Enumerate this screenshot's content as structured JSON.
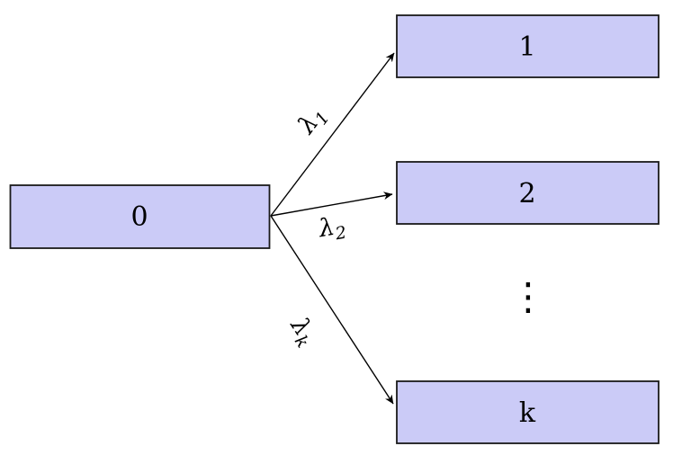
{
  "diagram": {
    "type": "state-transition",
    "node_fill_color": "#cbcbf7",
    "node_border_color": "#1a1a1a",
    "arrow_color": "#000000",
    "nodes": {
      "source": {
        "label": "0"
      },
      "target1": {
        "label": "1"
      },
      "target2": {
        "label": "2"
      },
      "targetk": {
        "label": "k"
      }
    },
    "ellipsis": "⋮",
    "rates": {
      "r1": {
        "symbol": "λ",
        "sub": "1"
      },
      "r2": {
        "symbol": "λ",
        "sub": "2"
      },
      "rk": {
        "symbol": "λ",
        "sub": "k"
      }
    }
  }
}
